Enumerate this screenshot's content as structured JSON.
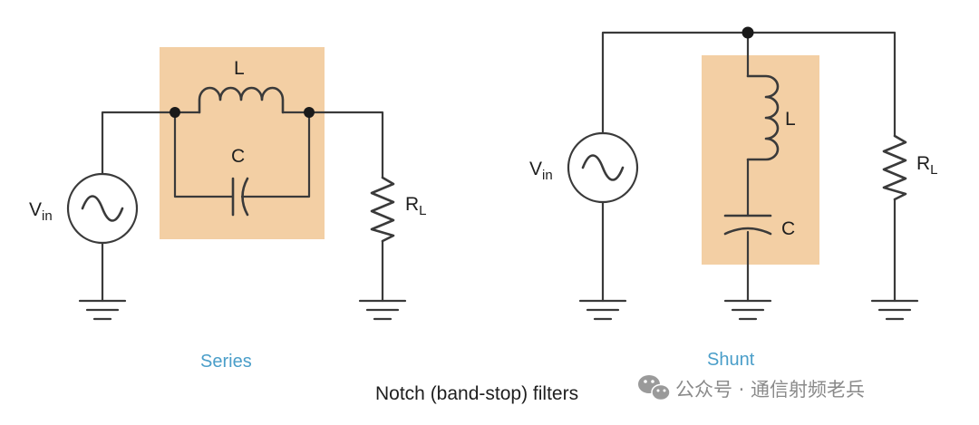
{
  "colors": {
    "box_fill": "#f3cfa4",
    "wire": "#3a3a3a",
    "caption": "#4a9ec9",
    "watermark": "#8a8a8a"
  },
  "series": {
    "caption": "Series",
    "inductor_label": "L",
    "capacitor_label": "C",
    "source_label": "V",
    "source_sub": "in",
    "load_label": "R",
    "load_sub": "L"
  },
  "shunt": {
    "caption": "Shunt",
    "inductor_label": "L",
    "capacitor_label": "C",
    "source_label": "V",
    "source_sub": "in",
    "load_label": "R",
    "load_sub": "L"
  },
  "footer": {
    "title": "Notch (band-stop) filters",
    "watermark_icon": "wechat-icon",
    "watermark_text": "公众号 · 通信射频老兵"
  }
}
